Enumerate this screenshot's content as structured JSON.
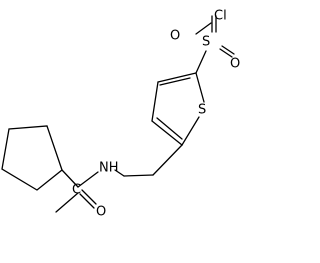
{
  "atoms": {
    "chlorine": "Cl",
    "sulfonyl_sulfur": "S",
    "sulfonyl_oxygen_top": "O",
    "sulfonyl_oxygen_right": "O",
    "thiophene_sulfur": "S",
    "amine_nitrogen": "NH",
    "quaternary_carbon": "C",
    "carbonyl_oxygen": "O"
  },
  "colors": {
    "bond": "#000000",
    "label": "#000000",
    "background": "#ffffff"
  }
}
